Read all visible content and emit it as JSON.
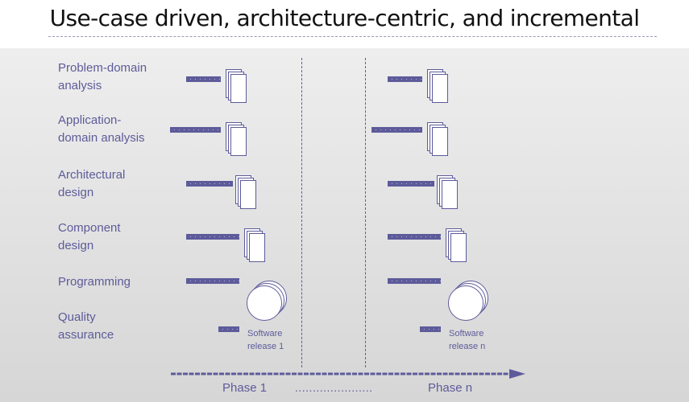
{
  "title": "Use-case driven, architecture-centric, and incremental",
  "rows": [
    {
      "label": "Problem-domain\nanalysis"
    },
    {
      "label": "Application-\ndomain analysis"
    },
    {
      "label": "Architectural\ndesign"
    },
    {
      "label": "Component\ndesign"
    },
    {
      "label": "Programming"
    },
    {
      "label": "Quality\nassurance"
    }
  ],
  "phases": {
    "phase_1": "Phase 1",
    "phase_n": "Phase n",
    "ellipsis": "......................"
  },
  "releases": {
    "release_1": "Software\nrelease 1",
    "release_n": "Software\nrelease n"
  },
  "colors": {
    "accent": "#5d5b9a",
    "title": "#111111"
  },
  "icons": {
    "artifact": "document-stack-icon",
    "release": "disc-stack-icon",
    "timeline": "arrow-right-icon"
  }
}
